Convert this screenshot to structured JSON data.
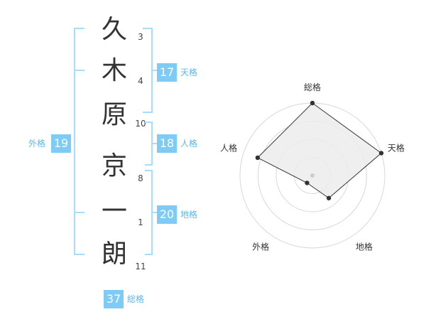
{
  "name": {
    "characters": [
      {
        "char": "久",
        "strokes": "3"
      },
      {
        "char": "木",
        "strokes": "4"
      },
      {
        "char": "原",
        "strokes": "10"
      },
      {
        "char": "京",
        "strokes": "8"
      },
      {
        "char": "一",
        "strokes": "1"
      },
      {
        "char": "朗",
        "strokes": "11"
      }
    ]
  },
  "scores": {
    "tenkaku": {
      "value": "17",
      "label": "天格"
    },
    "jinkaku": {
      "value": "18",
      "label": "人格"
    },
    "chikaku": {
      "value": "20",
      "label": "地格"
    },
    "gaikaku": {
      "value": "19",
      "label": "外格"
    },
    "soukaku": {
      "value": "37",
      "label": "総格"
    }
  },
  "radar": {
    "axes": [
      "総格",
      "天格",
      "地格",
      "外格",
      "人格"
    ],
    "values": [
      5,
      5,
      2,
      1,
      4
    ],
    "max": 5,
    "rings": 4,
    "fill_color": "#ececec",
    "line_color": "#333333",
    "ring_color": "#d8d8d8"
  },
  "colors": {
    "accent": "#7ecbf5",
    "accent_text": "#5bb8ee",
    "bracket": "#a9dcf6"
  }
}
